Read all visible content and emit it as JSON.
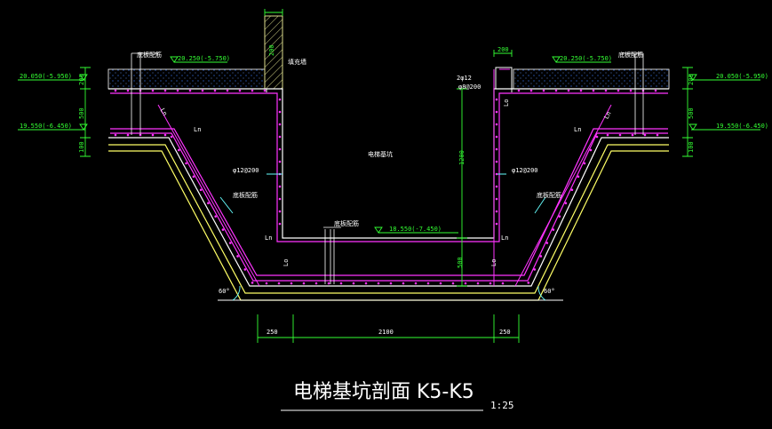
{
  "drawing": {
    "title": "电梯基坑剖面 K5-K5",
    "scale": "1:25",
    "pit_label": "电梯基坑"
  },
  "elevations": {
    "top_left": "20.050(-5.950)",
    "mid_left": "19.550(-6.450)",
    "slab_left": "20.250(-5.750)",
    "slab_right": "20.250(-5.750)",
    "top_right": "20.050(-5.950)",
    "mid_right": "19.550(-6.450)",
    "pit_bottom": "18.550(-7.450)"
  },
  "dimensions": {
    "wall_thickness": "200",
    "slab_top": "200",
    "slab_depth": "500",
    "base": "100",
    "pit_depth": "1200",
    "pit_floor": "500",
    "bottom_left": "250",
    "bottom_width": "2100",
    "bottom_right": "250"
  },
  "annotations": {
    "ln": "Ln",
    "lo": "Lo",
    "rebar": "φ12@200",
    "rebar_top": "2φ12",
    "rebar_top2": "φ8@200",
    "wall_note": "填充墙",
    "structure_note": "底板配筋",
    "angle": "60°"
  },
  "colors": {
    "background": "#000000",
    "concrete": "#ffffff",
    "rebar": "#ff33ff",
    "dimension": "#33ff33",
    "outline": "#ffff66",
    "hatch": "#3a7dff",
    "leader": "#66ffff",
    "wall": "#dcdc8c"
  }
}
